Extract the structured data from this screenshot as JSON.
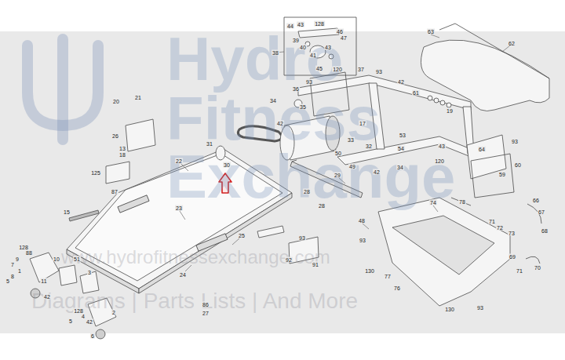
{
  "diagram": {
    "labels": [
      "Hydro",
      "Fitness",
      "Exchange",
      "www.hydrofitnessexchange.com",
      "Diagrams | Parts Lists | And More",
      "44",
      "43",
      "128",
      "46",
      "39",
      "47",
      "40",
      "43",
      "41",
      "38",
      "45",
      "63",
      "62",
      "37",
      "120",
      "93",
      "36",
      "42",
      "61",
      "19",
      "93",
      "20",
      "21",
      "34",
      "35",
      "42",
      "26",
      "13",
      "18",
      "31",
      "22",
      "30",
      "125",
      "87",
      "17",
      "33",
      "32",
      "50",
      "49",
      "42",
      "53",
      "54",
      "34",
      "43",
      "120",
      "93",
      "64",
      "60",
      "59",
      "29",
      "28",
      "28",
      "74",
      "78",
      "66",
      "67",
      "68",
      "48",
      "15",
      "23",
      "25",
      "93",
      "92",
      "91",
      "93",
      "130",
      "77",
      "76",
      "71",
      "72",
      "73",
      "69",
      "70",
      "71",
      "93",
      "130",
      "24",
      "128",
      "88",
      "9",
      "7",
      "1",
      "8",
      "5",
      "11",
      "10",
      "42",
      "51",
      "3",
      "2",
      "128",
      "4",
      "5",
      "42",
      "6",
      "86",
      "27"
    ]
  }
}
